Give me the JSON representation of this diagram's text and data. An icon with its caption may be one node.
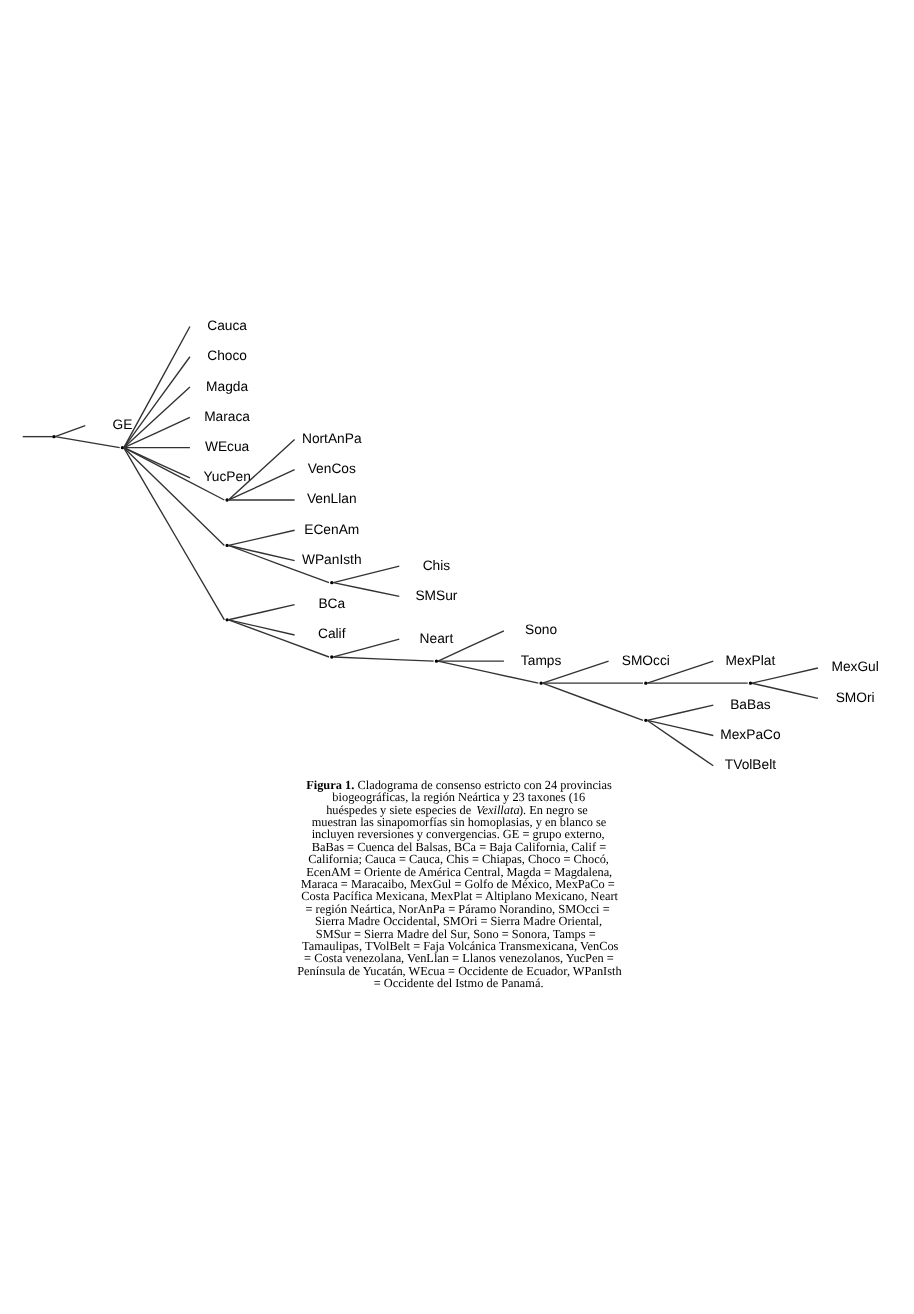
{
  "diagram": {
    "caption": "**Figura 1.** Cladograma de consenso estricto con 24 provincias biogeográficas, la región Neártica y 23 taxones (16 huéspedes y siete especies de *Vexillata*). En negro se muestran las sinapomorfías sin homoplasias, y en blanco se incluyen reversiones y convergencias. GE = grupo externo, BaBas = Cuenca del Balsas, BCa = Baja California, Calif = California; Cauca = Cauca, Chis = Chiapas, Choco = Chocó, EcenAM = Oriente de América Central, Magda = Magdalena, Maraca = Maracaibo, MexGul = Golfo de México, MexPaCo = Costa Pacífica Mexicana, MexPlat = Altiplano Mexicano, Neart = región Neártica, NorAnPa = Páramo Norandino, SMOcci = Sierra Madre Occidental, SMOri = Sierra Madre Oriental, SMSur = Sierra Madre del Sur, Sono = Sonora, Tamps = Tamaulipas, TVolBelt = Faja Volcánica Transmexicana, VenCos = Costa venezolana, VenLlan = Llanos venezolanos, YucPen = Península de Yucatán, WEcua = Occidente de Ecuador, WPanIsth = Occidente del Istmo de Panamá.",
    "nodes": [
      {
        "text": [],
        "shape": "point"
      },
      {
        "text": [
          "GE"
        ]
      },
      {
        "text": [],
        "shape": "point"
      },
      {
        "text": [
          "Cauca"
        ]
      },
      {
        "text": [
          "Choco"
        ]
      },
      {
        "text": [
          "Magda"
        ]
      },
      {
        "text": [
          "Maraca"
        ]
      },
      {
        "text": [
          "WEcua"
        ]
      },
      {
        "text": [
          "YucPen"
        ]
      },
      {
        "text": [],
        "shape": "point"
      },
      {
        "text": [
          "NortAnPa"
        ]
      },
      {
        "text": [
          "VenCos"
        ]
      },
      {
        "text": [
          "VenLlan"
        ]
      },
      {
        "text": [],
        "shape": "point"
      },
      {
        "text": [
          "ECenAm"
        ]
      },
      {
        "text": [
          "WPanIsth"
        ]
      },
      {
        "text": [],
        "shape": "point"
      },
      {
        "text": [
          "Chis"
        ]
      },
      {
        "text": [
          "SMSur"
        ]
      },
      {
        "text": [],
        "shape": "point"
      },
      {
        "text": [
          "BCa"
        ]
      },
      {
        "text": [
          "Calif"
        ]
      },
      {
        "text": [],
        "shape": "point"
      },
      {
        "text": [
          "Neart"
        ]
      },
      {
        "text": [],
        "shape": "point"
      },
      {
        "text": [
          "Sono"
        ]
      },
      {
        "text": [
          "Tamps"
        ]
      },
      {
        "text": [],
        "shape": "point"
      },
      {
        "text": [
          "SMOcci"
        ]
      },
      {
        "text": [],
        "shape": "point"
      },
      {
        "text": [
          "MexPlat"
        ]
      },
      {
        "text": [],
        "shape": "point"
      },
      {
        "text": [
          "MexGul"
        ]
      },
      {
        "text": [
          "SMOri"
        ]
      },
      {
        "text": [],
        "shape": "point"
      },
      {
        "text": [
          "BaBas"
        ]
      },
      {
        "text": [
          "MexPaCo"
        ]
      },
      {
        "text": [
          "TVolBelt"
        ]
      }
    ],
    "edges": [
      {
        "from": null,
        "to": 0,
        "arrow": "none"
      },
      {
        "from": 0,
        "to": 1,
        "arrow": "none"
      },
      {
        "from": 0,
        "to": 2,
        "arrow": "none"
      },
      {
        "from": 2,
        "to": 3,
        "arrow": "none"
      },
      {
        "from": 2,
        "to": 4,
        "arrow": "none"
      },
      {
        "from": 2,
        "to": 5,
        "arrow": "none"
      },
      {
        "from": 2,
        "to": 6,
        "arrow": "none"
      },
      {
        "from": 2,
        "to": 7,
        "arrow": "none"
      },
      {
        "from": 2,
        "to": 8,
        "arrow": "none"
      },
      {
        "from": 2,
        "to": 9,
        "arrow": "none"
      },
      {
        "from": 9,
        "to": 10,
        "arrow": "none"
      },
      {
        "from": 9,
        "to": 11,
        "arrow": "none"
      },
      {
        "from": 9,
        "to": 12,
        "arrow": "none"
      },
      {
        "from": 2,
        "to": 13,
        "arrow": "none"
      },
      {
        "from": 13,
        "to": 14,
        "arrow": "none"
      },
      {
        "from": 13,
        "to": 15,
        "arrow": "none"
      },
      {
        "from": 13,
        "to": 16,
        "arrow": "none"
      },
      {
        "from": 16,
        "to": 17,
        "arrow": "none"
      },
      {
        "from": 16,
        "to": 18,
        "arrow": "none"
      },
      {
        "from": 2,
        "to": 19,
        "arrow": "none"
      },
      {
        "from": 19,
        "to": 20,
        "arrow": "none"
      },
      {
        "from": 19,
        "to": 21,
        "arrow": "none"
      },
      {
        "from": 19,
        "to": 22,
        "arrow": "none"
      },
      {
        "from": 22,
        "to": 23,
        "arrow": "none"
      },
      {
        "from": 22,
        "to": 24,
        "arrow": "none"
      },
      {
        "from": 24,
        "to": 25,
        "arrow": "none"
      },
      {
        "from": 24,
        "to": 26,
        "arrow": "none"
      },
      {
        "from": 24,
        "to": 27,
        "arrow": "none"
      },
      {
        "from": 27,
        "to": 28,
        "arrow": "none"
      },
      {
        "from": 27,
        "to": 29,
        "arrow": "none"
      },
      {
        "from": 29,
        "to": 30,
        "arrow": "none"
      },
      {
        "from": 29,
        "to": 31,
        "arrow": "none"
      },
      {
        "from": 31,
        "to": 32,
        "arrow": "none"
      },
      {
        "from": 31,
        "to": 33,
        "arrow": "none"
      },
      {
        "from": 27,
        "to": 34,
        "arrow": "none"
      },
      {
        "from": 34,
        "to": 35,
        "arrow": "none"
      },
      {
        "from": 34,
        "to": 36,
        "arrow": "none"
      },
      {
        "from": 34,
        "to": 37,
        "arrow": "none"
      }
    ]
  }
}
